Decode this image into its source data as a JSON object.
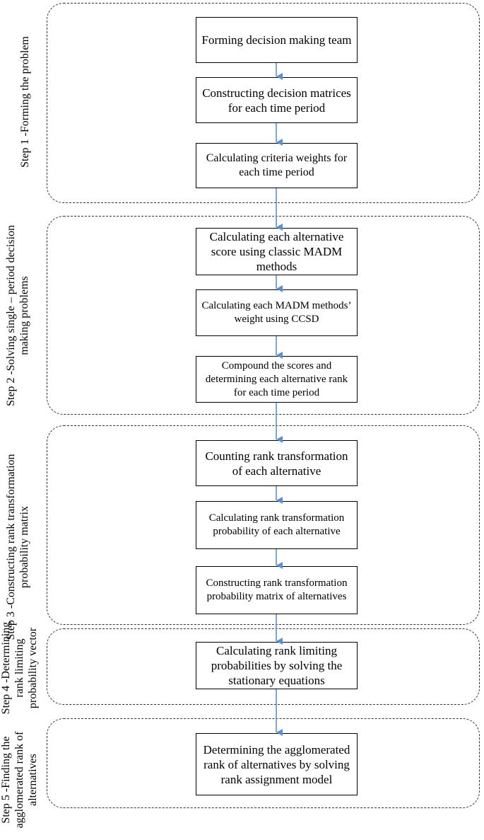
{
  "steps": [
    {
      "label": "Step 1 -Forming the problem",
      "boxes": [
        "Forming decision making team",
        "Constructing decision matrices for each time period",
        "Calculating criteria weights for each time period"
      ]
    },
    {
      "label": "Step 2 -Solving single – period decision making problems",
      "boxes": [
        "Calculating each alternative score using classic MADM methods",
        "Calculating each MADM methods’ weight using CCSD",
        "Compound the scores and determining each alternative rank for each time period"
      ]
    },
    {
      "label": "Step 3 -Constructing rank transformation probability matrix",
      "boxes": [
        "Counting rank transformation of each alternative",
        "Calculating rank transformation probability of each alternative",
        "Constructing rank transformation probability matrix of alternatives"
      ]
    },
    {
      "label": "Step 4 -Determining rank limiting probability vector",
      "boxes": [
        "Calculating rank limiting probabilities by solving the stationary equations"
      ]
    },
    {
      "label": "Step 5 -Finding the agglomerated rank of alternatives",
      "boxes": [
        "Determining the agglomerated rank of alternatives by solving rank assignment model"
      ]
    }
  ],
  "colors": {
    "arrow": "#5b8fd0",
    "border": "#000000",
    "group_border": "#333333"
  }
}
